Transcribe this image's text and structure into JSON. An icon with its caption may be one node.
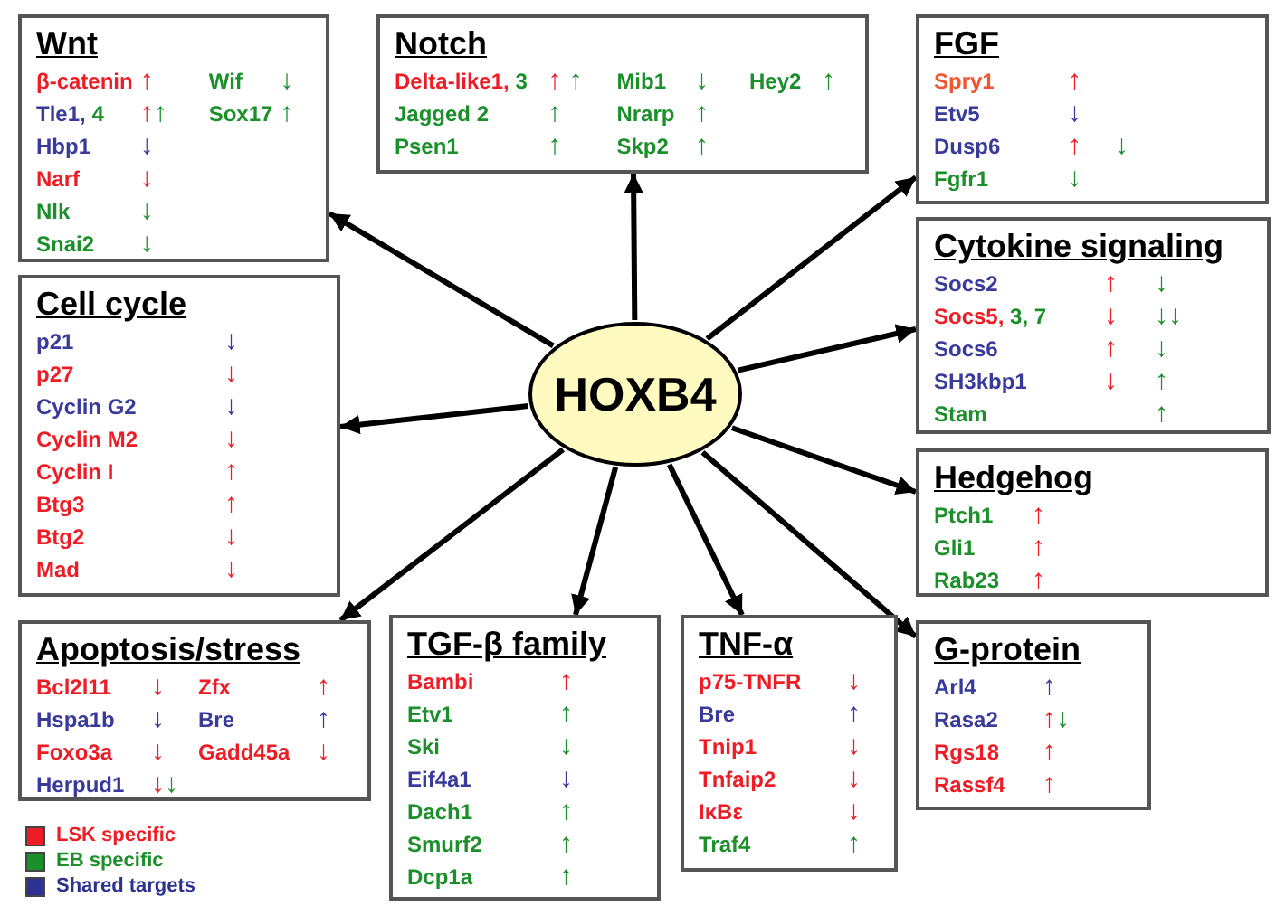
{
  "diagram": {
    "nodes": [
      {
        "text": [
          "Wnt",
          "β-catenin",
          "↑",
          "Wif",
          "↓",
          "Tle1, 4",
          "↑↑",
          "Sox17",
          "↑",
          "Hbp1",
          "↓",
          "Narf",
          "↓",
          "Nlk",
          "↓",
          "Snai2",
          "↓"
        ]
      },
      {
        "text": [
          "Notch",
          "Delta-like1, 3",
          "↑ ↑",
          "Mib1",
          "↓",
          "Hey2",
          "↑",
          "Jagged 2",
          "↑",
          "Nrarp",
          "↑",
          "Psen1",
          "↑",
          "Skp2",
          "↑"
        ]
      },
      {
        "text": [
          "FGF",
          "Spry1",
          "↑",
          "Etv5",
          "↓",
          "Dusp6",
          "↑",
          "↓",
          "Fgfr1",
          "↓"
        ]
      },
      {
        "text": [
          "Cell cycle",
          "p21",
          "↓",
          "p27",
          "↓",
          "Cyclin G2",
          "↓",
          "Cyclin M2",
          "↓",
          "Cyclin I",
          "↑",
          "Btg3",
          "↑",
          "Btg2",
          "↓",
          "Mad",
          "↓"
        ]
      },
      {
        "text": [
          "HOXB4"
        ]
      },
      {
        "text": [
          "Cytokine signaling",
          "Socs2",
          "↑",
          "↓",
          "Socs5, 3, 7",
          "↓",
          "↓↓",
          "Socs6",
          "↑",
          "↓",
          "SH3kbp1",
          "↓",
          "↑",
          "Stam",
          "↑"
        ]
      },
      {
        "text": [
          "Hedgehog",
          "Ptch1",
          "↑",
          "Gli1",
          "↑",
          "Rab23",
          "↑"
        ]
      },
      {
        "text": [
          "Apoptosis/stress",
          "Bcl2l11",
          "↓",
          "Zfx",
          "↑",
          "Hspa1b",
          "↓",
          "Bre",
          "↑",
          "Foxo3a",
          "↓",
          "Gadd45a",
          "↓",
          "Herpud1",
          "↓↓"
        ]
      },
      {
        "text": [
          "TGF-β family",
          "Bambi",
          "↑",
          "Etv1",
          "↑",
          "Ski",
          "↓",
          "Eif4a1",
          "↓",
          "Dach1",
          "↑",
          "Smurf2",
          "↑",
          "Dcp1a",
          "↑"
        ]
      },
      {
        "text": [
          "TNF-α",
          "p75-TNFR",
          "↓",
          "Bre",
          "↑",
          "Tnip1",
          "↓",
          "Tnfaip2",
          "↓",
          "IκBε",
          "↓",
          "Traf4",
          "↑"
        ]
      },
      {
        "text": [
          "G-protein",
          "Arl4",
          "↑",
          "Rasa2",
          "↑↓",
          "Rgs18",
          "↑",
          "Rassf4",
          "↑"
        ]
      }
    ],
    "edges": [
      {
        "from": 4,
        "to": 0,
        "arrow": "to"
      },
      {
        "from": 4,
        "to": 1,
        "arrow": "to"
      },
      {
        "from": 4,
        "to": 2,
        "arrow": "to"
      },
      {
        "from": 4,
        "to": 3,
        "arrow": "to"
      },
      {
        "from": 4,
        "to": 5,
        "arrow": "to"
      },
      {
        "from": 4,
        "to": 6,
        "arrow": "to"
      },
      {
        "from": 4,
        "to": 7,
        "arrow": "to"
      },
      {
        "from": 4,
        "to": 8,
        "arrow": "to"
      },
      {
        "from": 4,
        "to": 9,
        "arrow": "to"
      },
      {
        "from": 4,
        "to": 10,
        "arrow": "to"
      }
    ],
    "legend": [
      {
        "text": "LSK specific",
        "color": "#ee1c25"
      },
      {
        "text": "EB specific",
        "color": "#1a8f2a"
      },
      {
        "text": "Shared targets",
        "color": "#2e3192"
      }
    ]
  }
}
